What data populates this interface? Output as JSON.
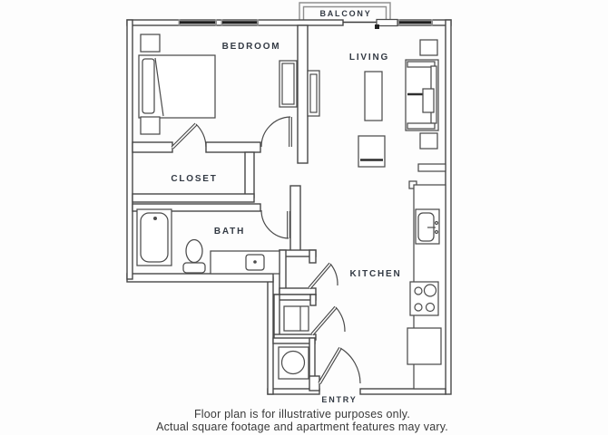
{
  "page": {
    "background_color": "#fdfdfd"
  },
  "floor_plan": {
    "room_labels": {
      "balcony": "BALCONY",
      "bedroom": "BEDROOM",
      "living": "LIVING",
      "closet": "CLOSET",
      "bath": "BATH",
      "kitchen": "KITCHEN",
      "entry": "ENTRY"
    },
    "colors": {
      "wall_line": "#474747",
      "balcony_line": "#8f8f8f",
      "window_glass": "#1f1f1f",
      "room_label_text": "#333a44",
      "disclaimer_text": "#3a3a3a"
    }
  },
  "disclaimer": {
    "line1": "Floor plan is for illustrative purposes only.",
    "line2": "Actual square footage and apartment features may vary."
  }
}
